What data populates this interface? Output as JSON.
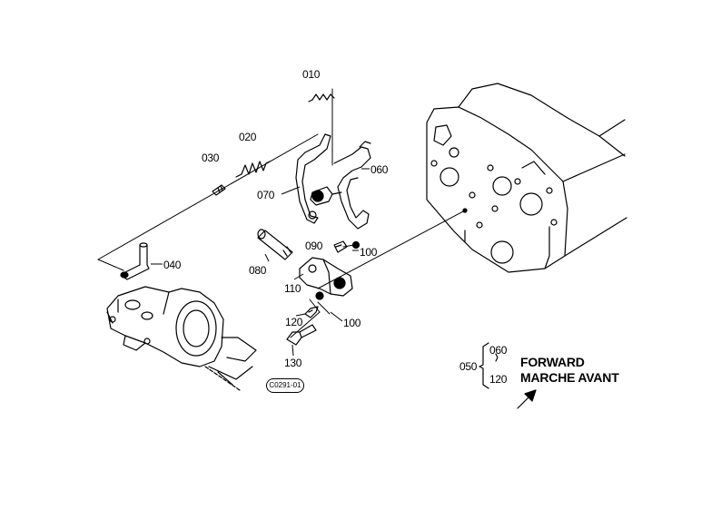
{
  "parts": {
    "p010": "010",
    "p020": "020",
    "p030": "030",
    "p040": "040",
    "p060": "060",
    "p070": "070",
    "p080": "080",
    "p090": "090",
    "p100a": "100",
    "p100b": "100",
    "p110": "110",
    "p120": "120",
    "p130": "130"
  },
  "assembly": {
    "code": "050",
    "range_from": "060",
    "range_to": "120"
  },
  "direction": {
    "line1": "FORWARD",
    "line2": "MARCHE AVANT"
  },
  "figure_code": "C0291-01"
}
